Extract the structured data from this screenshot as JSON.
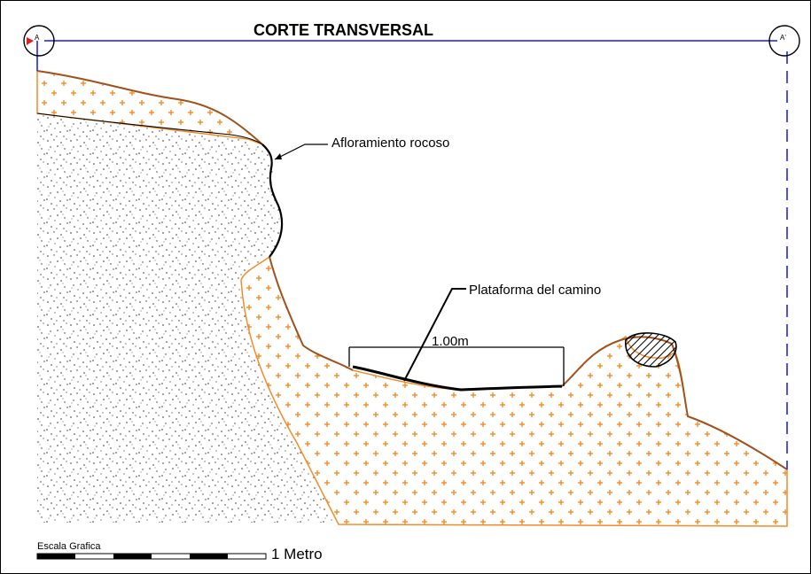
{
  "title": "CORTE TRANSVERSAL",
  "section_marks": {
    "left": "A",
    "right": "A'"
  },
  "annotations": {
    "outcrop": "Afloramiento rocoso",
    "platform": "Plataforma del camino",
    "width": "1.00m"
  },
  "scale": {
    "caption": "Escala Grafica",
    "value": "1 Metro"
  },
  "colors": {
    "fill_pattern": "#f28c28",
    "terrain_line": "#a0521e",
    "section_line": "#3a3af0",
    "outline": "#000000"
  }
}
